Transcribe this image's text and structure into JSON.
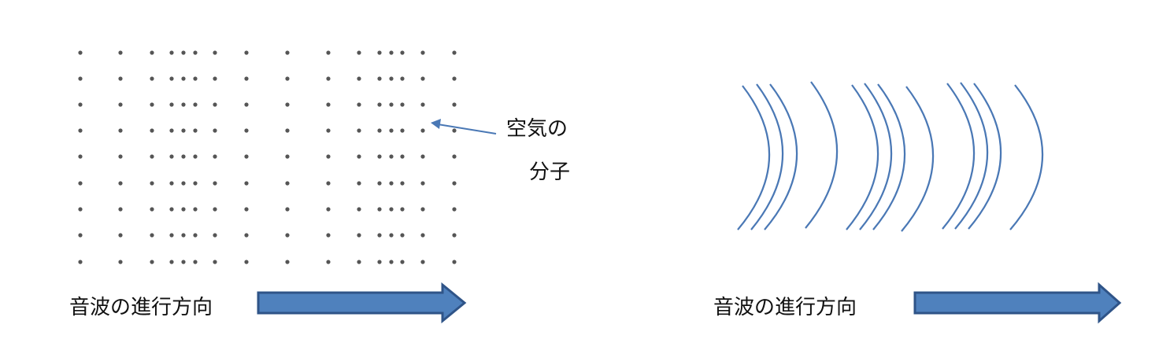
{
  "left_panel": {
    "molecule_label_line1": "空気の",
    "molecule_label_line2": "分子",
    "direction_label": "音波の進行方向"
  },
  "right_panel": {
    "direction_label": "音波の進行方向"
  },
  "colors": {
    "dot": "#555555",
    "wave": "#4a78b5",
    "arrow_fill": "#4f81bd",
    "arrow_stroke": "#2f5488"
  }
}
